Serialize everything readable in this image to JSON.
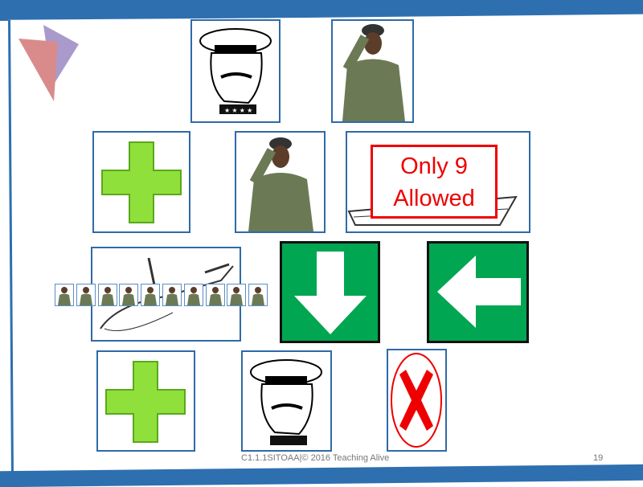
{
  "sign": {
    "line1": "Only 9",
    "line2": "Allowed"
  },
  "footer": {
    "text": "C1.1.1SITOAA|© 2016 Teaching Alive",
    "page": "19"
  },
  "colors": {
    "frame": "#2e6fb0",
    "green": "#00a651",
    "plus": "#8fe03a",
    "red": "#e00000"
  },
  "soldier_icon_count": 10
}
